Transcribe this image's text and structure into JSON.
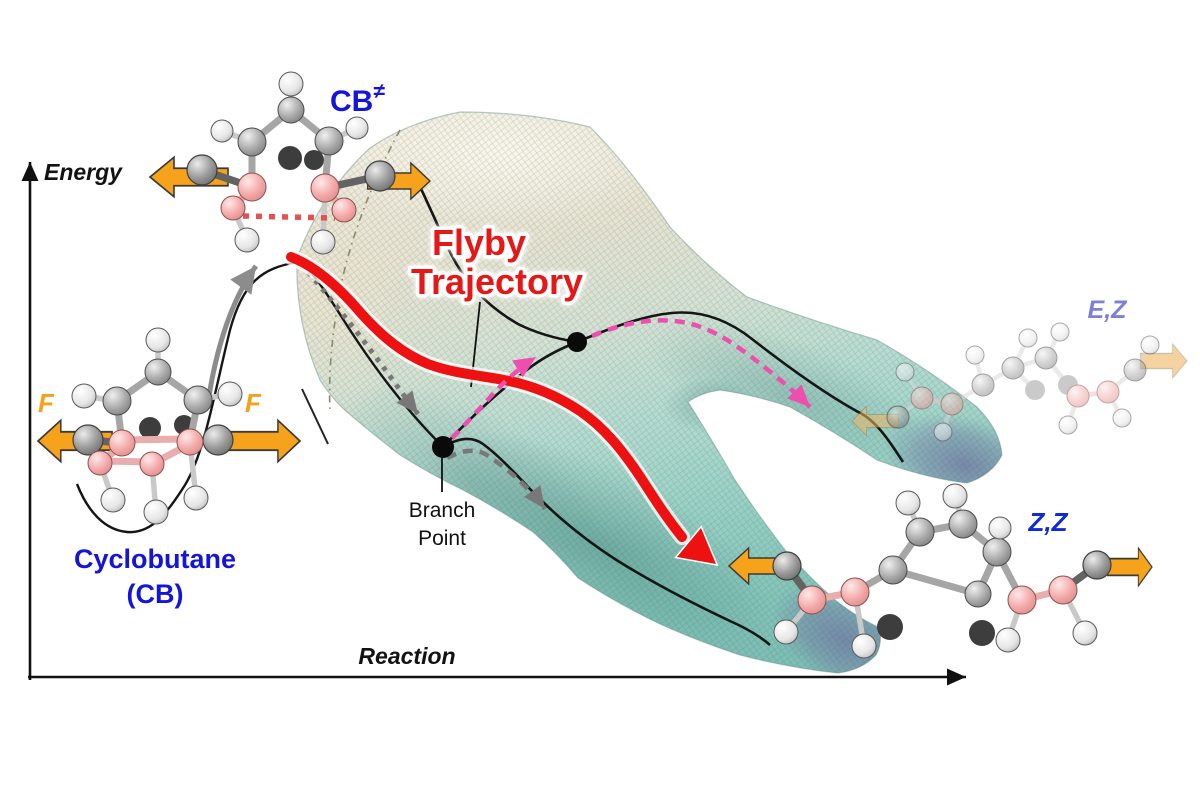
{
  "figure_type": "potential-energy-surface-diagram",
  "axes": {
    "y_label": "Energy",
    "x_label": "Reaction"
  },
  "reactant": {
    "name": "Cyclobutane",
    "abbrev": "(CB)",
    "force_left": "F",
    "force_right": "F"
  },
  "transition_state": {
    "base": "CB",
    "superscript": "≠"
  },
  "trajectory": {
    "line1": "Flyby",
    "line2": "Trajectory"
  },
  "branch_point": {
    "line1": "Branch",
    "line2": "Point"
  },
  "products": {
    "upper": "E,Z",
    "lower": "Z,Z"
  },
  "colors": {
    "flyby_red": "#ed1111",
    "force_orange": "#f5a21b",
    "blue_label": "#1414dc",
    "ez_label": "#7b80d8",
    "zz_label": "#0f2ad8",
    "pink_path": "#ee4fae",
    "gray_path": "#787878",
    "surface_top_beige": "#efe9da",
    "surface_teal": "#8fccc2",
    "surface_tip_slate": "#8593b2",
    "carbon_pink": "#f0a5a5",
    "carbon_gray": "#9a9a9a",
    "hydrogen_white": "#f2f2f2"
  }
}
